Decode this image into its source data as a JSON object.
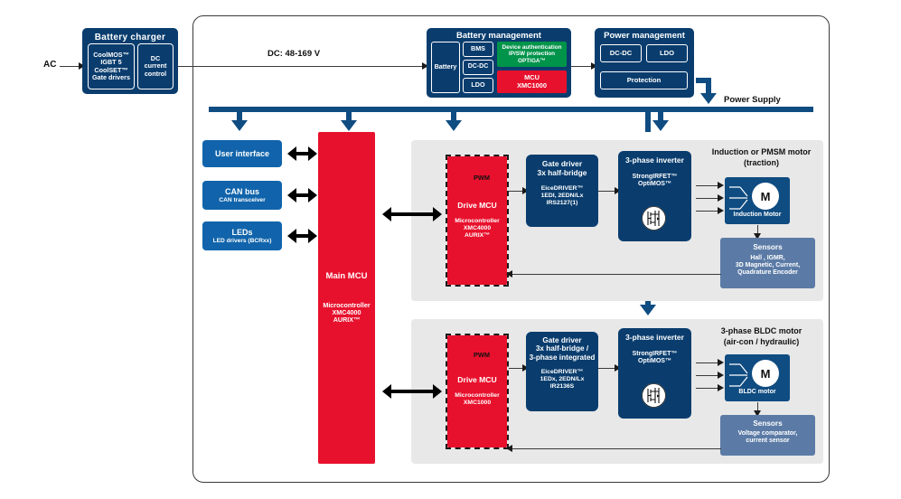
{
  "diagram": {
    "title": "E-motorcycle / light EV powertrain block diagram",
    "colors": {
      "navy": "#0f4c81",
      "blue": "#1164ab",
      "red": "#e8112d",
      "green": "#00934a",
      "slate": "#5b7ba6",
      "panel": "#e8e8e8"
    }
  },
  "ac_label": "AC",
  "battery_charger": {
    "title": "Battery charger",
    "left_block": "CoolMOS™\nIGBT 5\nCoolSET™\nGate drivers",
    "left_lines": [
      "CoolMOS™",
      "IGBT 5",
      "CoolSET™",
      "Gate drivers"
    ],
    "right_lines": [
      "DC",
      "current",
      "control"
    ]
  },
  "dc_link_label": "DC: 48-169 V",
  "battery_management": {
    "title": "Battery management",
    "battery": "Battery",
    "bms": "BMS",
    "dcdc": "DC-DC",
    "ldo": "LDO",
    "optiga_lines": [
      "Device authentication",
      "IP/SW protection",
      "OPTIGA™"
    ],
    "mcu_lines": [
      "MCU",
      "XMC1000"
    ]
  },
  "power_management": {
    "title": "Power management",
    "dcdc": "DC-DC",
    "ldo": "LDO",
    "protection": "Protection"
  },
  "power_supply_label": "Power Supply",
  "left_column": [
    {
      "title": "User interface",
      "sub": ""
    },
    {
      "title": "CAN bus",
      "sub": "CAN transceiver"
    },
    {
      "title": "LEDs",
      "sub": "LED drivers (BCRxx)"
    }
  ],
  "main_mcu": {
    "title": "Main MCU",
    "lines": [
      "Microcontroller",
      "XMC4000",
      "AURIX™"
    ]
  },
  "sections": [
    {
      "id": "traction",
      "drive_mcu": {
        "title": "Drive MCU",
        "lines": [
          "Microcontroller",
          "XMC4000",
          "AURIX™"
        ]
      },
      "pwm_label": "PWM",
      "gate_driver": {
        "title_lines": [
          "Gate driver",
          "3x half-bridge"
        ],
        "sub_lines": [
          "EiceDRIVER™",
          "1EDI, 2EDN/Lx",
          "IRS2127(1)"
        ]
      },
      "inverter": {
        "title": "3-phase inverter",
        "sub_lines": [
          "StrongIRFET™",
          "OptiMOS™"
        ]
      },
      "motor_heading_lines": [
        "Induction or PMSM motor",
        "(traction)"
      ],
      "motor_symbol": "M",
      "motor_label": "Induction Motor",
      "sensors": {
        "title": "Sensors",
        "lines": [
          "Hall , IGMR,",
          "3D Magnetic, Current,",
          "Quadrature Encoder"
        ]
      }
    },
    {
      "id": "auxiliary",
      "drive_mcu": {
        "title": "Drive MCU",
        "lines": [
          "Microcontroller",
          "XMC1000"
        ]
      },
      "pwm_label": "PWM",
      "gate_driver": {
        "title_lines": [
          "Gate driver",
          "3x half-bridge /",
          "3-phase integrated"
        ],
        "sub_lines": [
          "EiceDRIVER™",
          "1EDx, 2EDN/Lx",
          "IR2136S"
        ]
      },
      "inverter": {
        "title": "3-phase inverter",
        "sub_lines": [
          "StrongIRFET™",
          "OptiMOS™"
        ]
      },
      "motor_heading_lines": [
        "3-phase BLDC motor",
        "(air-con / hydraulic)"
      ],
      "motor_symbol": "M",
      "motor_label": "BLDC motor",
      "sensors": {
        "title": "Sensors",
        "lines": [
          "Voltage comparator,",
          "current sensor"
        ]
      }
    }
  ]
}
